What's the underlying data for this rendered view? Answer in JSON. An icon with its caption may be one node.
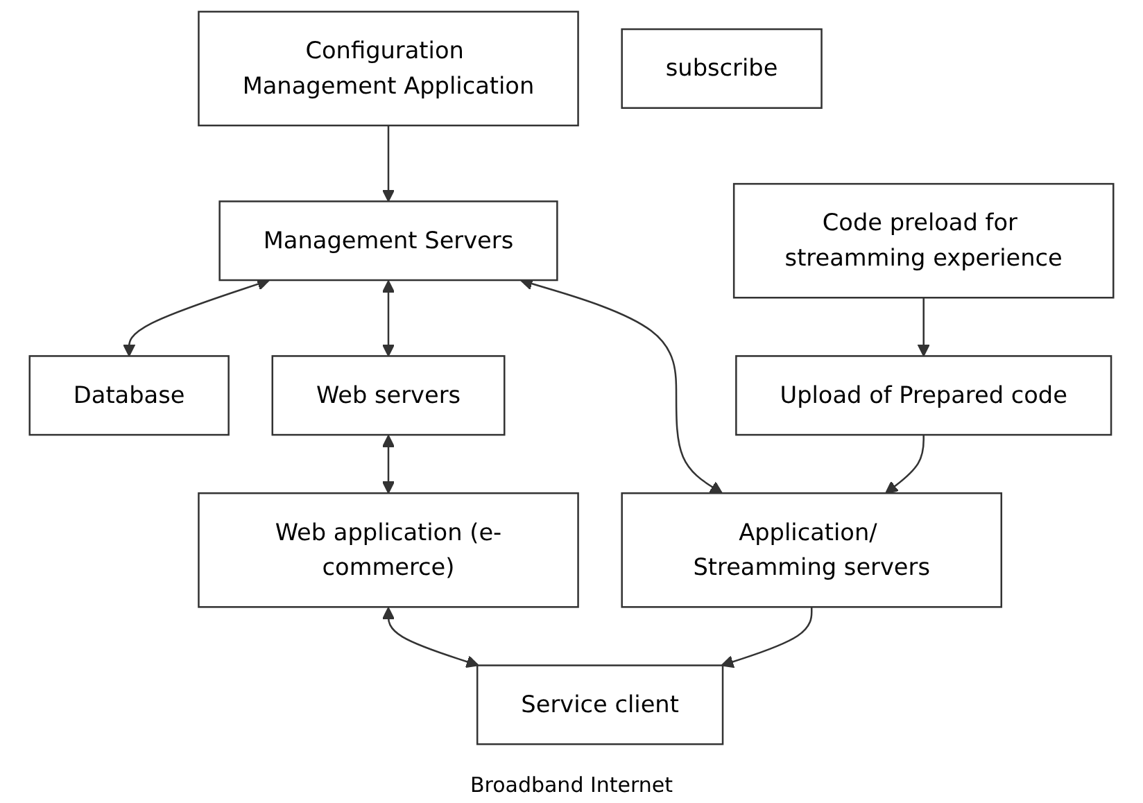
{
  "diagram": {
    "nodes": [
      {
        "text": [
          "Configuration Management Application"
        ]
      },
      {
        "text": [
          "Management Servers"
        ]
      },
      {
        "text": [
          "Code preload for streamming experience"
        ]
      },
      {
        "text": [
          "Database"
        ]
      },
      {
        "text": [
          "Upload of Prepared code"
        ]
      },
      {
        "text": [
          "Web servers"
        ]
      },
      {
        "text": [
          "Application/ Streamming servers"
        ]
      },
      {
        "text": [
          "Web application (e-commerce)"
        ]
      },
      {
        "text": [
          "Service client"
        ]
      },
      {
        "text": [
          "subscribe"
        ]
      }
    ],
    "edges": [
      {
        "from": 0,
        "to": 1,
        "arrow": "to"
      },
      {
        "from": 1,
        "to": 3,
        "arrow": "both"
      },
      {
        "from": 1,
        "to": 5,
        "arrow": "both"
      },
      {
        "from": 1,
        "to": 6,
        "arrow": "both"
      },
      {
        "from": 2,
        "to": 4,
        "arrow": "to"
      },
      {
        "from": 4,
        "to": 6,
        "arrow": "to"
      },
      {
        "from": 5,
        "to": 7,
        "arrow": "both"
      },
      {
        "from": 7,
        "to": 8,
        "arrow": "both"
      },
      {
        "from": 6,
        "to": 8,
        "arrow": "to"
      }
    ],
    "labels": [
      "Broadband Internet"
    ]
  }
}
